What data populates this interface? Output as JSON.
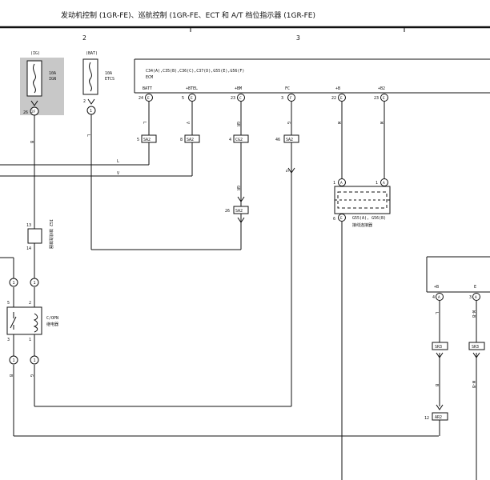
{
  "header": {
    "title": "发动机控制 (1GR-FE)、巡航控制 (1GR-FE、ECT 和 A/T 档位指示器 (1GR-FE)",
    "section_left": "2",
    "section_right": "3"
  },
  "fuse_ig": {
    "source": "(IG)",
    "rating": "10A",
    "name": "IGN",
    "pin": "26",
    "conn": "2F"
  },
  "fuse_bat": {
    "source": "(BAT)",
    "rating": "10A",
    "name": "ETCS",
    "pin": "2",
    "conn": "1"
  },
  "ecm": {
    "connectors": "C34(A),C35(B),C36(C),C37(D),G55(E),G56(F)",
    "name": "ECM",
    "pins": [
      {
        "label": "BATT",
        "num": "24",
        "id": "E"
      },
      {
        "label": "+BTEL",
        "num": "5",
        "id": "E"
      },
      {
        "label": "+BM",
        "num": "23",
        "id": "C"
      },
      {
        "label": "FC",
        "num": "3",
        "id": "F"
      },
      {
        "label": "+B",
        "num": "22",
        "id": "E"
      },
      {
        "label": "+B2",
        "num": "23",
        "id": "E"
      }
    ]
  },
  "wire_colors": {
    "batt": "L",
    "btel": "V",
    "bm": "GR",
    "fc": "G",
    "b": "W",
    "b2": "W",
    "ig": "B",
    "etcs": "L"
  },
  "splices": {
    "sa2_1": {
      "num": "5",
      "id": "SA2"
    },
    "sa2_2": {
      "num": "8",
      "id": "SA2"
    },
    "cg2": {
      "num": "4",
      "id": "CG2"
    },
    "sa2_3": {
      "num": "46",
      "id": "SA2"
    },
    "sa2_4": {
      "num": "26",
      "id": "SA2"
    }
  },
  "bottom_wire": {
    "bm": "GR"
  },
  "junction": {
    "pin_a1": "1",
    "id_a1": "A",
    "pin_a2": "1",
    "id_a2": "A",
    "bottom_pin": "6",
    "bottom_id": "E",
    "label1": "G55(A), G56(B)",
    "label2": "接线连接器"
  },
  "connector_13": {
    "top": "13",
    "bottom": "14",
    "label": "IG2 接线连接器"
  },
  "relay": {
    "name_line1": "C/OPN",
    "name_line2": "继电器",
    "pin_tl": "5",
    "pin_tr": "2",
    "pin_bl": "3",
    "pin_br": "1"
  },
  "connectors_1": {
    "c1": "1",
    "c2": "1",
    "c3": "1",
    "c4": "1"
  },
  "relay_wire_colors": {
    "left_bottom": "B",
    "right_bottom": "G"
  },
  "right_block": {
    "pin_b": "+B",
    "pin_e": "E",
    "b_num": "4",
    "b_id": "A",
    "e_num": "3",
    "e_id": "A",
    "wire_b": "L",
    "wire_e": "W-B",
    "sp1": "SR3",
    "sp2": "SR3",
    "wire_down": "B",
    "wire_down_r": "W-B",
    "bottom_num": "12",
    "bottom_id": "AR2"
  }
}
